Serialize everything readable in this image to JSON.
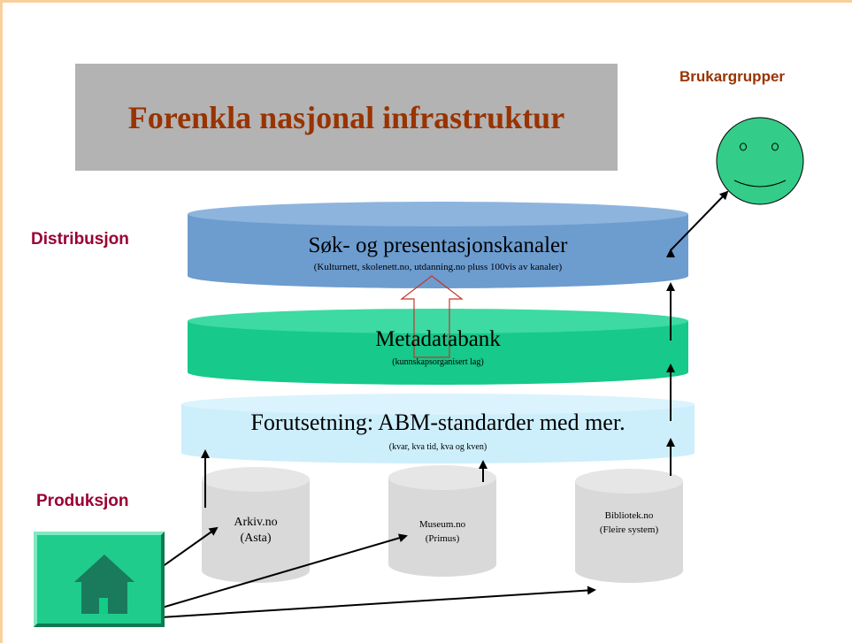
{
  "title": "Forenkla nasjonal infrastruktur",
  "labels": {
    "brukargrupper": "Brukargrupper",
    "distribusjon": "Distribusjon",
    "produksjon": "Produksjon"
  },
  "layers": {
    "kanaler": {
      "title": "Søk- og presentasjonskanaler",
      "subtitle": "(Kulturnett, skolenett.no, utdanning.no  pluss 100vis av kanaler)"
    },
    "metadatabank": {
      "title": "Metadatabank",
      "subtitle": "(kunnskapsorganisert lag)"
    },
    "standard": {
      "title": "Forutsetning: ABM-standarder med mer.",
      "subtitle": "(kvar, kva tid, kva og kven)"
    }
  },
  "sources": [
    {
      "line1": "Arkiv.no",
      "line2": "(Asta)"
    },
    {
      "line1": "Museum.no",
      "line2": "(Primus)"
    },
    {
      "line1": "Bibliotek.no",
      "line2": "(Fleire system)"
    }
  ],
  "icons": {
    "smiley": "smiley-face-icon",
    "home": "house-icon"
  },
  "colors": {
    "title_bg": "#b3b3b3",
    "title_text": "#993300",
    "label_text": "#990033",
    "kanaler": "#6d9ccf",
    "metadatabank": "#17c98a",
    "standard": "#cdeefb",
    "cylinder": "#d9d9d9",
    "smiley": "#33cc88",
    "home_box": "#1fcc8c",
    "house": "#1a7a5c"
  }
}
